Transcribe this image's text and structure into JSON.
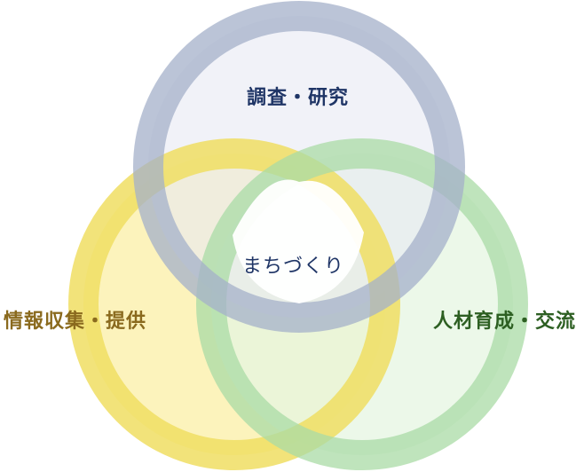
{
  "labels": {
    "research": "調査・研究",
    "information": "情報収集・提供",
    "human_resources": "人材育成・交流",
    "center": "まちづくり"
  },
  "colors": {
    "research_ring": "#a4b0ca",
    "research_fill": "#e8eaf4",
    "research_text": "#1f3566",
    "information_ring": "#f0de63",
    "information_fill": "#fbf1b0",
    "information_text": "#8a6a1e",
    "human_resources_ring": "#aadba6",
    "human_resources_fill": "#e6f5e2",
    "human_resources_text": "#2d5f22",
    "center_text": "#1f3566"
  }
}
